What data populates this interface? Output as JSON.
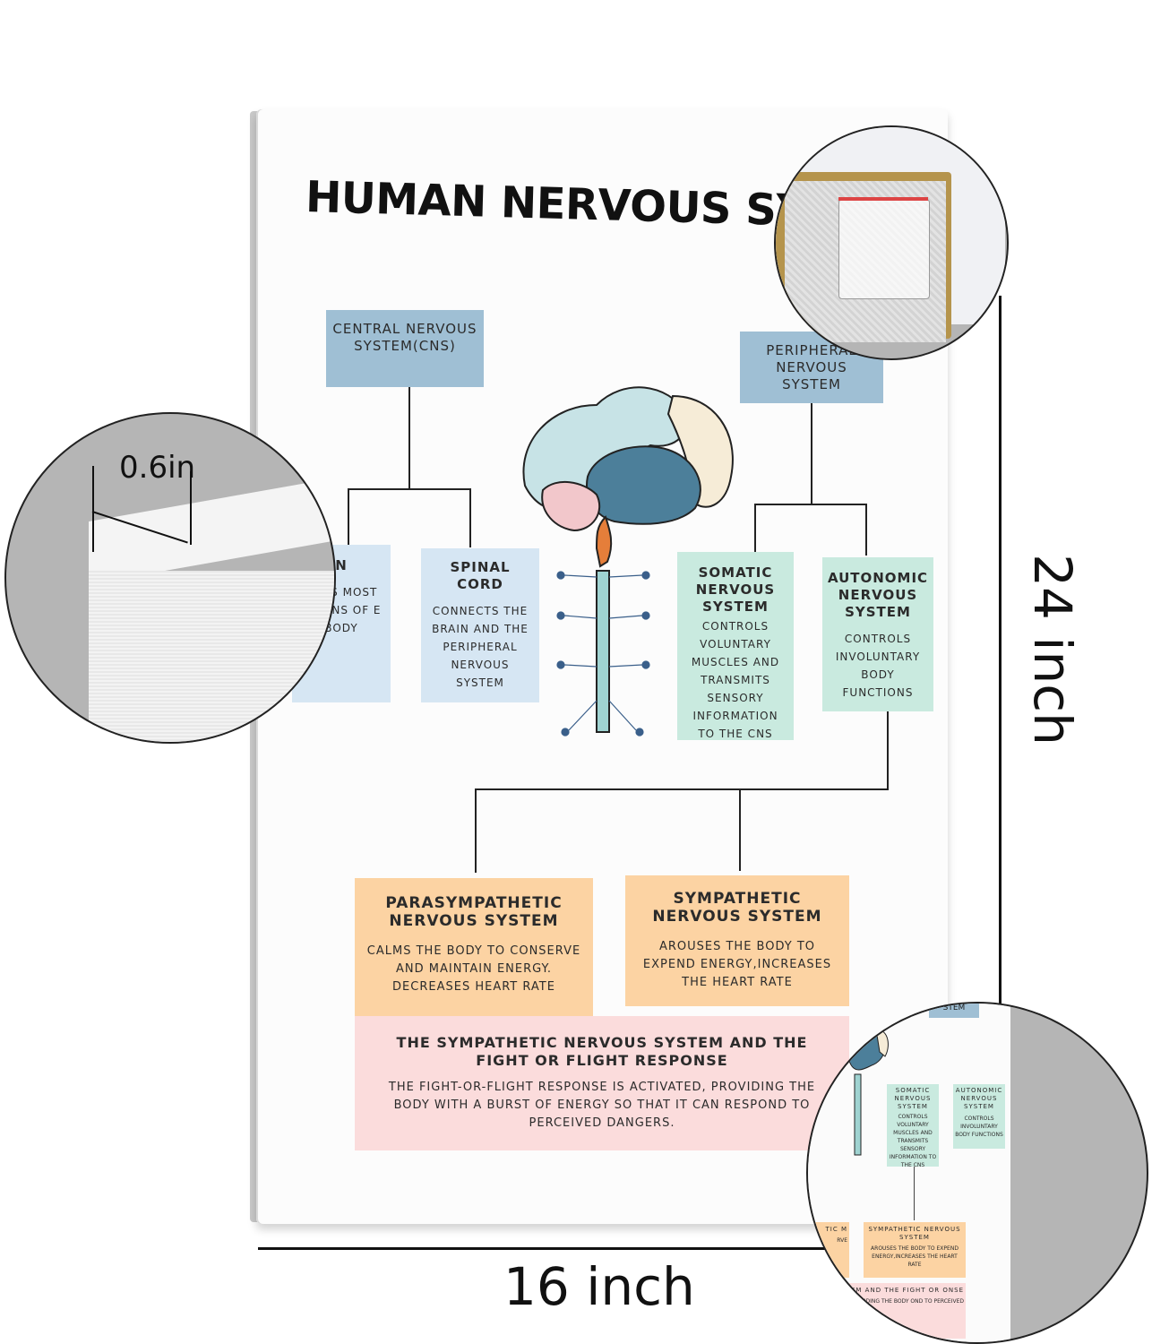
{
  "poster": {
    "title": "HUMAN NERVOUS SYSTEM",
    "visible_title": "HUMAN NERVOUS SY",
    "cns": {
      "label": "CENTRAL NERVOUS SYSTEM(CNS)"
    },
    "pns": {
      "label": "PERIPHERAL NERVOUS SYSTEM"
    },
    "brain_box": {
      "label": "N",
      "desc": "AIN S MOST HE ONS OF E BODY"
    },
    "spinal_cord": {
      "label": "SPINAL CORD",
      "desc": "CONNECTS THE BRAIN AND THE PERIPHERAL NERVOUS SYSTEM"
    },
    "somatic": {
      "label": "SOMATIC NERVOUS SYSTEM",
      "desc": "CONTROLS VOLUNTARY MUSCLES AND TRANSMITS SENSORY INFORMATION TO THE CNS"
    },
    "autonomic": {
      "label": "AUTONOMIC NERVOUS SYSTEM",
      "desc": "CONTROLS INVOLUNTARY BODY FUNCTIONS"
    },
    "parasympathetic": {
      "label": "PARASYMPATHETIC NERVOUS SYSTEM",
      "desc": "CALMS THE BODY TO CONSERVE AND MAINTAIN ENERGY. DECREASES HEART RATE"
    },
    "sympathetic": {
      "label": "SYMPATHETIC NERVOUS SYSTEM",
      "desc": "AROUSES THE BODY TO EXPEND ENERGY,INCREASES THE HEART RATE"
    },
    "fight_flight": {
      "label": "THE SYMPATHETIC NERVOUS SYSTEM AND THE FIGHT OR FLIGHT RESPONSE",
      "desc": "THE FIGHT-OR-FLIGHT RESPONSE IS ACTIVATED, PROVIDING THE BODY WITH A BURST OF ENERGY SO THAT IT CAN RESPOND TO PERCEIVED DANGERS."
    }
  },
  "dimensions": {
    "width": "16 inch",
    "height": "24 inch",
    "depth": "0.6in"
  },
  "zoom_corner": {
    "top_text": "STEM",
    "somatic": "SOMATIC NERVOUS SYSTEM",
    "somatic_desc": "CONTROLS VOLUNTARY MUSCLES AND TRANSMITS SENSORY INFORMATION TO THE CNS",
    "autonomic": "AUTONOMIC NERVOUS SYSTEM",
    "autonomic_desc": "CONTROLS INVOLUNTARY BODY FUNCTIONS",
    "sympathetic": "SYMPATHETIC NERVOUS SYSTEM",
    "sympathetic_desc": "AROUSES THE BODY TO EXPEND ENERGY,INCREASES THE HEART RATE",
    "para_fragment": "TIC M",
    "para_fragment2": "RVE",
    "ff_fragment": "SYSTEM AND THE FIGHT OR ONSE",
    "ff_fragment2": "ED, PROVIDING THE BODY OND TO PERCEIVED"
  },
  "colors": {
    "blue": "#9fbfd4",
    "light_blue": "#d6e6f3",
    "mint": "#c9eadf",
    "orange": "#fcd3a3",
    "pink": "#fbdcdc",
    "zoom_background": "#b5b5b5"
  }
}
